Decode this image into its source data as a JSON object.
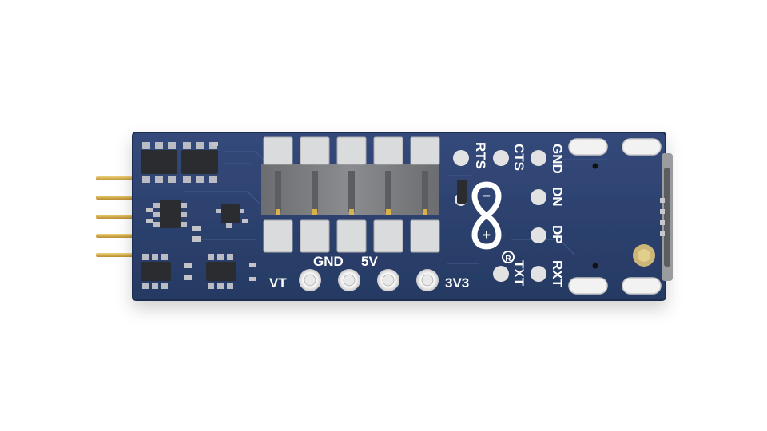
{
  "board": {
    "silkscreen": {
      "rts": "RTS",
      "cts": "CTS",
      "gnd_top": "GND",
      "dn": "DN",
      "dp": "DP",
      "rxt": "RXT",
      "txt": "TXT",
      "vt": "VT",
      "gnd_bottom": "GND",
      "five_v": "5V",
      "three_v3": "3V3",
      "logo_minus": "−",
      "logo_plus": "+",
      "registered": "R"
    }
  },
  "colors": {
    "pcb": "#2f4471",
    "pcb_dark": "#223459",
    "connector": "#7c7d80",
    "connector_light": "#cfd0d2",
    "pin_gold": "#d9b04a",
    "pad_silver": "#e6e6e6"
  }
}
